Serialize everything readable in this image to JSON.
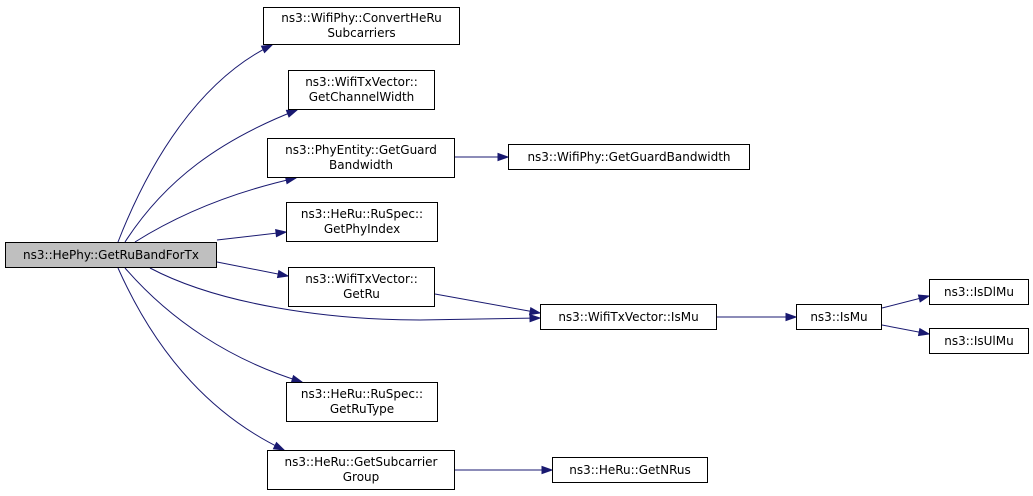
{
  "nodes": {
    "root": {
      "lines": [
        "ns3::HePhy::GetRuBandForTx"
      ]
    },
    "convert": {
      "lines": [
        "ns3::WifiPhy::ConvertHeRu",
        "Subcarriers"
      ]
    },
    "chanwidth": {
      "lines": [
        "ns3::WifiTxVector::",
        "GetChannelWidth"
      ]
    },
    "guardentity": {
      "lines": [
        "ns3::PhyEntity::GetGuard",
        "Bandwidth"
      ]
    },
    "guardphy": {
      "lines": [
        "ns3::WifiPhy::GetGuardBandwidth"
      ]
    },
    "phyindex": {
      "lines": [
        "ns3::HeRu::RuSpec::",
        "GetPhyIndex"
      ]
    },
    "getru": {
      "lines": [
        "ns3::WifiTxVector::",
        "GetRu"
      ]
    },
    "txismu": {
      "lines": [
        "ns3::WifiTxVector::IsMu"
      ]
    },
    "ismu": {
      "lines": [
        "ns3::IsMu"
      ]
    },
    "isdlmu": {
      "lines": [
        "ns3::IsDlMu"
      ]
    },
    "isulmu": {
      "lines": [
        "ns3::IsUlMu"
      ]
    },
    "rutype": {
      "lines": [
        "ns3::HeRu::RuSpec::",
        "GetRuType"
      ]
    },
    "subgroup": {
      "lines": [
        "ns3::HeRu::GetSubcarrier",
        "Group"
      ]
    },
    "nrus": {
      "lines": [
        "ns3::HeRu::GetNRus"
      ]
    }
  },
  "colors": {
    "edge": "#191970",
    "root_fill": "#bfbfbf",
    "node_fill": "#ffffff",
    "border": "#000000"
  }
}
